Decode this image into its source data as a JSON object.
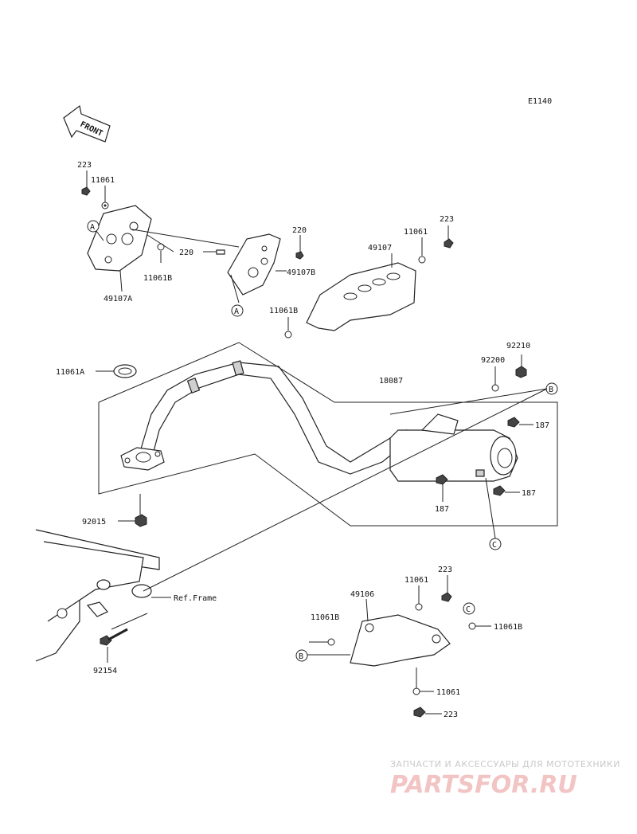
{
  "diagram_code": "E1140",
  "front_label": "FRONT",
  "parts": {
    "p223_a": "223",
    "p11061_a": "11061",
    "callout_A1": "A",
    "p11061B_a": "11061B",
    "p49107A": "49107A",
    "p220_a": "220",
    "p220_b": "220",
    "p49107B": "49107B",
    "callout_A2": "A",
    "p223_b": "223",
    "p11061_b": "11061",
    "p49107": "49107",
    "p11061B_b": "11061B",
    "p11061A": "11061A",
    "p92210": "92210",
    "p92200": "92200",
    "p18087": "18087",
    "callout_B1": "B",
    "p187_a": "187",
    "p187_b": "187",
    "p187_c": "187",
    "p92015": "92015",
    "callout_C1": "C",
    "ref_frame": "Ref.Frame",
    "p92154": "92154",
    "p223_c": "223",
    "p11061_c": "11061",
    "p49106": "49106",
    "p11061B_c": "11061B",
    "callout_C2": "C",
    "p11061B_d": "11061B",
    "callout_B2": "B",
    "p11061_d": "11061",
    "p223_d": "223"
  },
  "watermark": {
    "line1": "ЗАПЧАСТИ И АКСЕССУАРЫ ДЛЯ МОТОТЕХНИКИ",
    "line2": "PARTSFOR.RU"
  }
}
